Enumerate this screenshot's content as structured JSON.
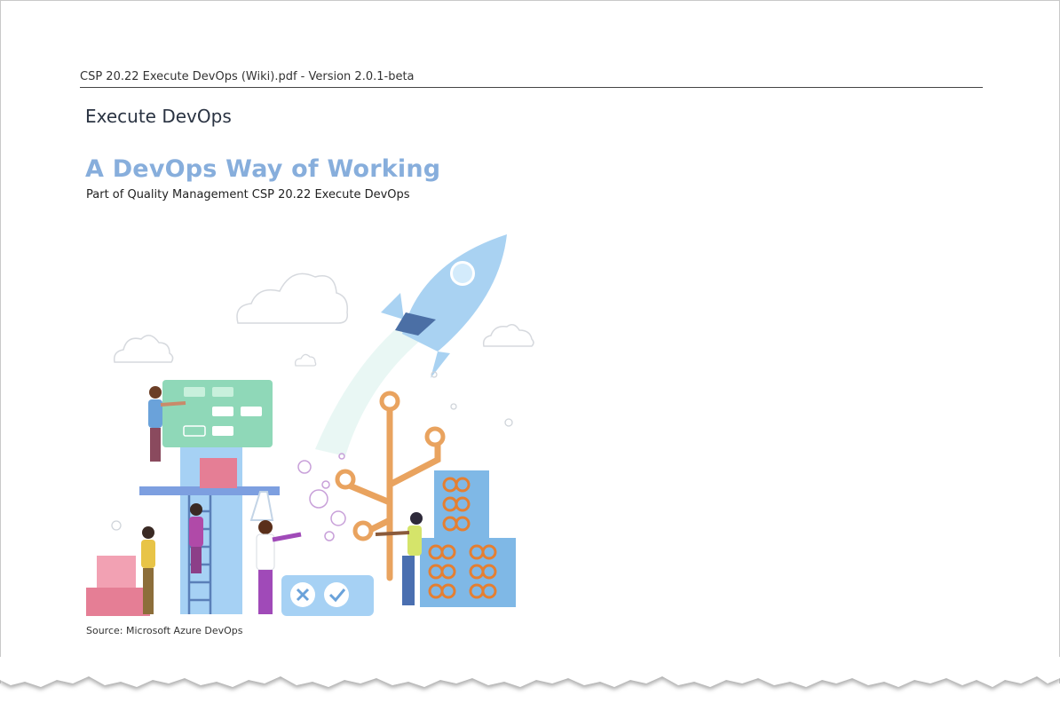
{
  "document": {
    "header": "CSP 20.22 Execute DevOps (Wiki).pdf - Version 2.0.1-beta",
    "title": "Execute DevOps",
    "heading": "A DevOps Way of Working",
    "subtitle": "Part of Quality Management CSP 20.22 Execute DevOps",
    "source_caption": "Source: Microsoft Azure DevOps"
  },
  "colors": {
    "heading": "#87aedc",
    "title": "#2a3342",
    "rule": "#444444"
  },
  "illustration": {
    "subject": "devops-team-illustration"
  }
}
